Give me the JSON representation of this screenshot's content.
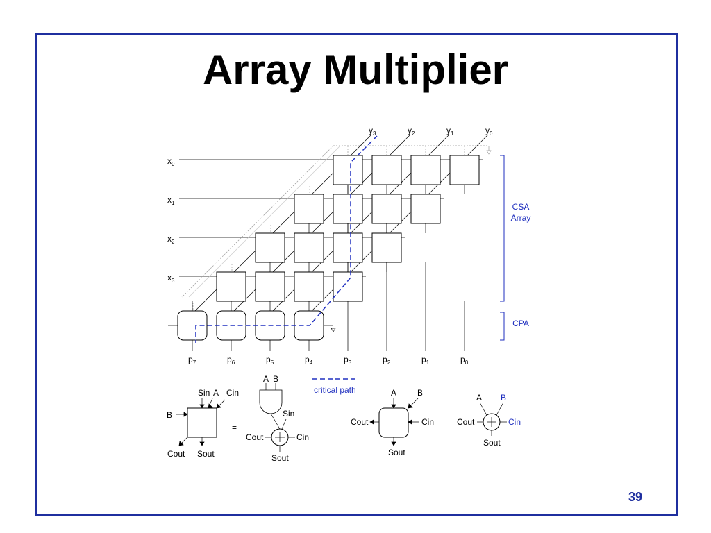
{
  "slide": {
    "title": "Array Multiplier",
    "page_number": "39"
  },
  "diagram": {
    "y_inputs": [
      {
        "base": "y",
        "sub": "3"
      },
      {
        "base": "y",
        "sub": "2"
      },
      {
        "base": "y",
        "sub": "1"
      },
      {
        "base": "y",
        "sub": "0"
      }
    ],
    "x_inputs": [
      {
        "base": "x",
        "sub": "0"
      },
      {
        "base": "x",
        "sub": "1"
      },
      {
        "base": "x",
        "sub": "2"
      },
      {
        "base": "x",
        "sub": "3"
      }
    ],
    "p_outputs": [
      {
        "base": "p",
        "sub": "7"
      },
      {
        "base": "p",
        "sub": "6"
      },
      {
        "base": "p",
        "sub": "5"
      },
      {
        "base": "p",
        "sub": "4"
      },
      {
        "base": "p",
        "sub": "3"
      },
      {
        "base": "p",
        "sub": "2"
      },
      {
        "base": "p",
        "sub": "1"
      },
      {
        "base": "p",
        "sub": "0"
      }
    ],
    "csa_label_line1": "CSA",
    "csa_label_line2": "Array",
    "cpa_label": "CPA",
    "critical_path_label": "critical path",
    "legend_csa": {
      "sin": "Sin",
      "a": "A",
      "cin": "Cin",
      "b": "B",
      "cout": "Cout",
      "sout": "Sout",
      "equals": "=",
      "gate_a": "A",
      "gate_b": "B",
      "adder_sin": "Sin",
      "adder_cout": "Cout",
      "adder_cin": "Cin",
      "adder_sout": "Sout"
    },
    "legend_cpa": {
      "a": "A",
      "b": "B",
      "cout": "Cout",
      "cin": "Cin",
      "sout": "Sout",
      "equals": "=",
      "adder_a": "A",
      "adder_b": "B",
      "adder_cout": "Cout",
      "adder_cin": "Cin",
      "adder_sout": "Sout"
    },
    "colors": {
      "frame": "#1f2f9f",
      "accent": "#1f2fbf",
      "critical_path": "#2030c0"
    }
  }
}
